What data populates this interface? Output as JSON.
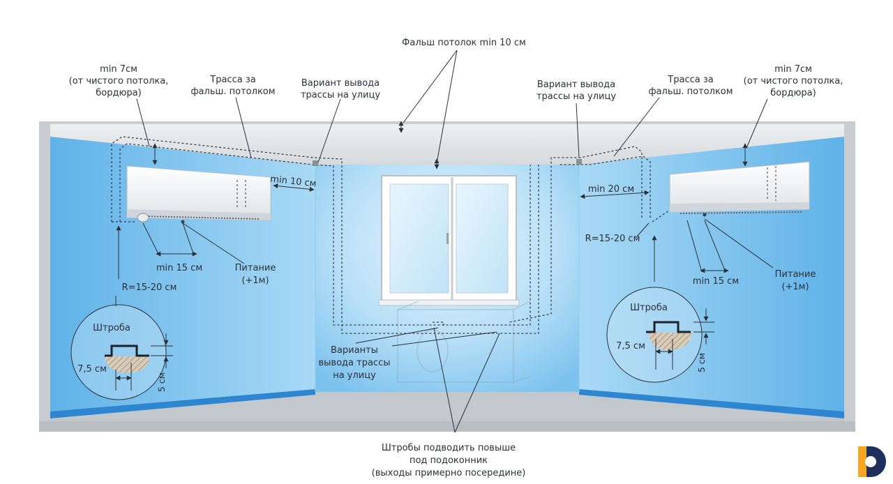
{
  "labels": {
    "false_ceiling": "Фальш потолок min 10 см",
    "left_min7": [
      "min 7см",
      "(от чистого потолка,",
      "бордюра)"
    ],
    "left_route": [
      "Трасса за",
      "фальш. потолком"
    ],
    "left_outlet": [
      "Вариант вывода",
      "трассы на улицу"
    ],
    "left_min10": "min 10 см",
    "left_min15": "min 15 см",
    "left_power": [
      "Питание",
      "(+1м)"
    ],
    "left_radius": "R=15-20 см",
    "left_groove": "Штроба",
    "left_groove_width": "7,5 см",
    "left_groove_depth": "5 см",
    "right_min7": [
      "min 7см",
      "(от чистого потолка,",
      "бордюра)"
    ],
    "right_route": [
      "Трасса за",
      "фальш. потолком"
    ],
    "right_outlet": [
      "Вариант вывода",
      "трассы на улицу"
    ],
    "right_min20": "min 20 см",
    "right_radius": "R=15-20 см",
    "right_min15": "min 15 см",
    "right_power": [
      "Питание",
      "(+1м)"
    ],
    "right_groove": "Штроба",
    "right_groove_width": "7,5 см",
    "right_groove_depth": "5 см",
    "center_variants": [
      "Варианты",
      "вывода трассы",
      "на улицу"
    ],
    "bottom_note": [
      "Штробы подводить повыше",
      "под подоконник",
      "(выходы примерно посередине)"
    ]
  },
  "colors": {
    "wall_blue": "#5aaee6",
    "wall_light": "#cfe9f9",
    "ceiling_grey": "#d6d9dc",
    "floor_blue": "#2f86d0",
    "frame_grey": "#9ea3a7",
    "text": "#2b2f36",
    "logo_orange": "#f5a623",
    "logo_navy": "#1d2f5a"
  }
}
